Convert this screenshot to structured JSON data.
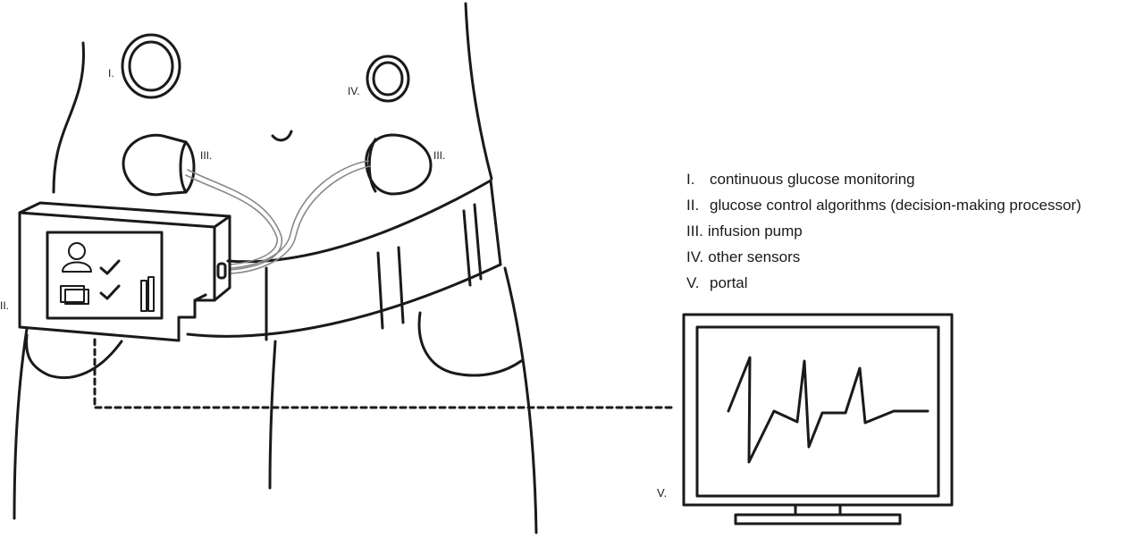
{
  "labels": {
    "sensor_main": "I.",
    "sensor_other": "IV.",
    "pump_left": "III.",
    "pump_right": "III.",
    "controller": "II.",
    "portal": "V."
  },
  "legend": [
    {
      "numeral": "I.",
      "text": "continuous glucose monitoring"
    },
    {
      "numeral": "II.",
      "text": "glucose control algorithms (decision-making processor)"
    },
    {
      "numeral": "III.",
      "text": "infusion pump"
    },
    {
      "numeral": "IV.",
      "text": "other sensors"
    },
    {
      "numeral": "V.",
      "text": "portal"
    }
  ],
  "icons": [
    "torso-outline",
    "cgm-sensor",
    "other-sensor",
    "infusion-pump",
    "controller-device",
    "person-icon",
    "check-icon",
    "portal-monitor",
    "glucose-trace"
  ],
  "colors": {
    "line": "#1a1a1a",
    "tubing": "#888888",
    "background": "#ffffff"
  }
}
